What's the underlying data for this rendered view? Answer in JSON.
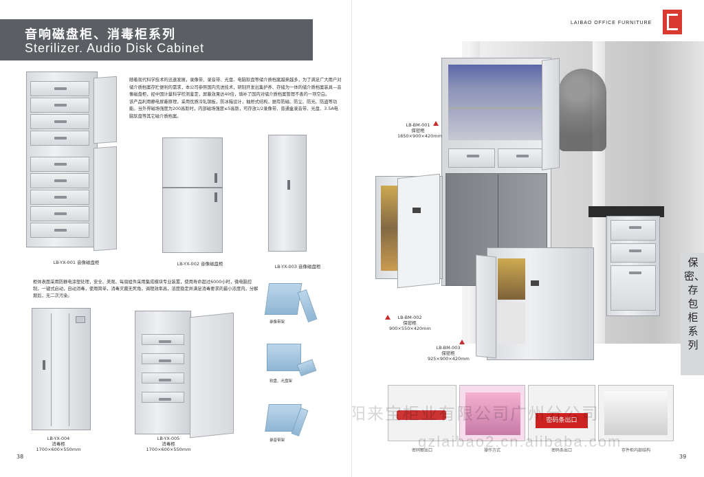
{
  "left_page": {
    "title_cn": "音响磁盘柜、消毒柜系列",
    "title_en": "Sterilizer. Audio Disk Cabinet",
    "intro": "随着现代科学技术的迅速发展，录像带、录音带、光盘、电脑软盘等储介质档案越来越多，为了满足广大用户对储介质档案存贮便利的需求，本公司参照国内先进技术，研制开发出集护养、存储为一体的储介质档案装具—音像磁盘柜，经中国计量科学检测鉴定，屏蔽效果达40倍，填补了国内对储介质档案管理不善的一项空白。\n该产品利用静电屏蔽原理，采用优质冷轧钢板，防冰箱设计，抽屉式结构，据有防磁、防尘、防光、防盗等功能。当外界磁场强度为200高斯时，内部磁场强度≤5高斯，可存放1/2录像带、普通盒录音带、光盘、3.5A电脑软盘等其它磁介质档案。",
    "desc2": "柜体表面采用防静电涂塑处理，安全、美观、每扇组件采用集成模块专业装置，使用寿命超过6000小时，微电脑控制，一键式启动，自动消毒，使用简单，消毒灭菌无死角，调理效率高，浓度稳定并满足消毒要求的最小浓度内，分解期后，无二次污染。",
    "products": [
      {
        "code": "LB-YX-001",
        "name": "音像磁盘柜"
      },
      {
        "code": "LB-YX-002",
        "name": "音像磁盘柜"
      },
      {
        "code": "LB-YX-003",
        "name": "音像磁盘柜"
      },
      {
        "code": "LB-YX-004",
        "name": "消毒柜",
        "size": "1700×600×550mm"
      },
      {
        "code": "LB-YX-005",
        "name": "消毒柜",
        "size": "1700×600×550mm"
      }
    ],
    "trays": [
      "录像带架",
      "软盘、光盘架",
      "录音带架"
    ],
    "page_number": "38"
  },
  "right_page": {
    "brand": "LAIBAO OFFICE FURNITURE",
    "side_title": "保密、存包柜系列",
    "products": [
      {
        "code": "LB-BM-001",
        "name": "保密柜",
        "size": "1850×900×420mm"
      },
      {
        "code": "LB-BM-002",
        "name": "保密柜",
        "size": "900×550×420mm"
      },
      {
        "code": "LB-BM-003",
        "name": "保密柜",
        "size": "925×900×420mm"
      }
    ],
    "thumbnails": [
      "密码取出口",
      "操作方式",
      "密码条出口",
      "存件柜内部结构"
    ],
    "thumb_label_3": "密码条出口",
    "page_number": "39"
  },
  "watermark": {
    "line1": "洛阳来宝柜业有限公司广州分公司",
    "line2": "gzlaibao2.cn.alibaba.com"
  },
  "colors": {
    "title_band": "#5b5f64",
    "logo_red": "#d93a30",
    "side_tab": "#d6d8dc"
  }
}
